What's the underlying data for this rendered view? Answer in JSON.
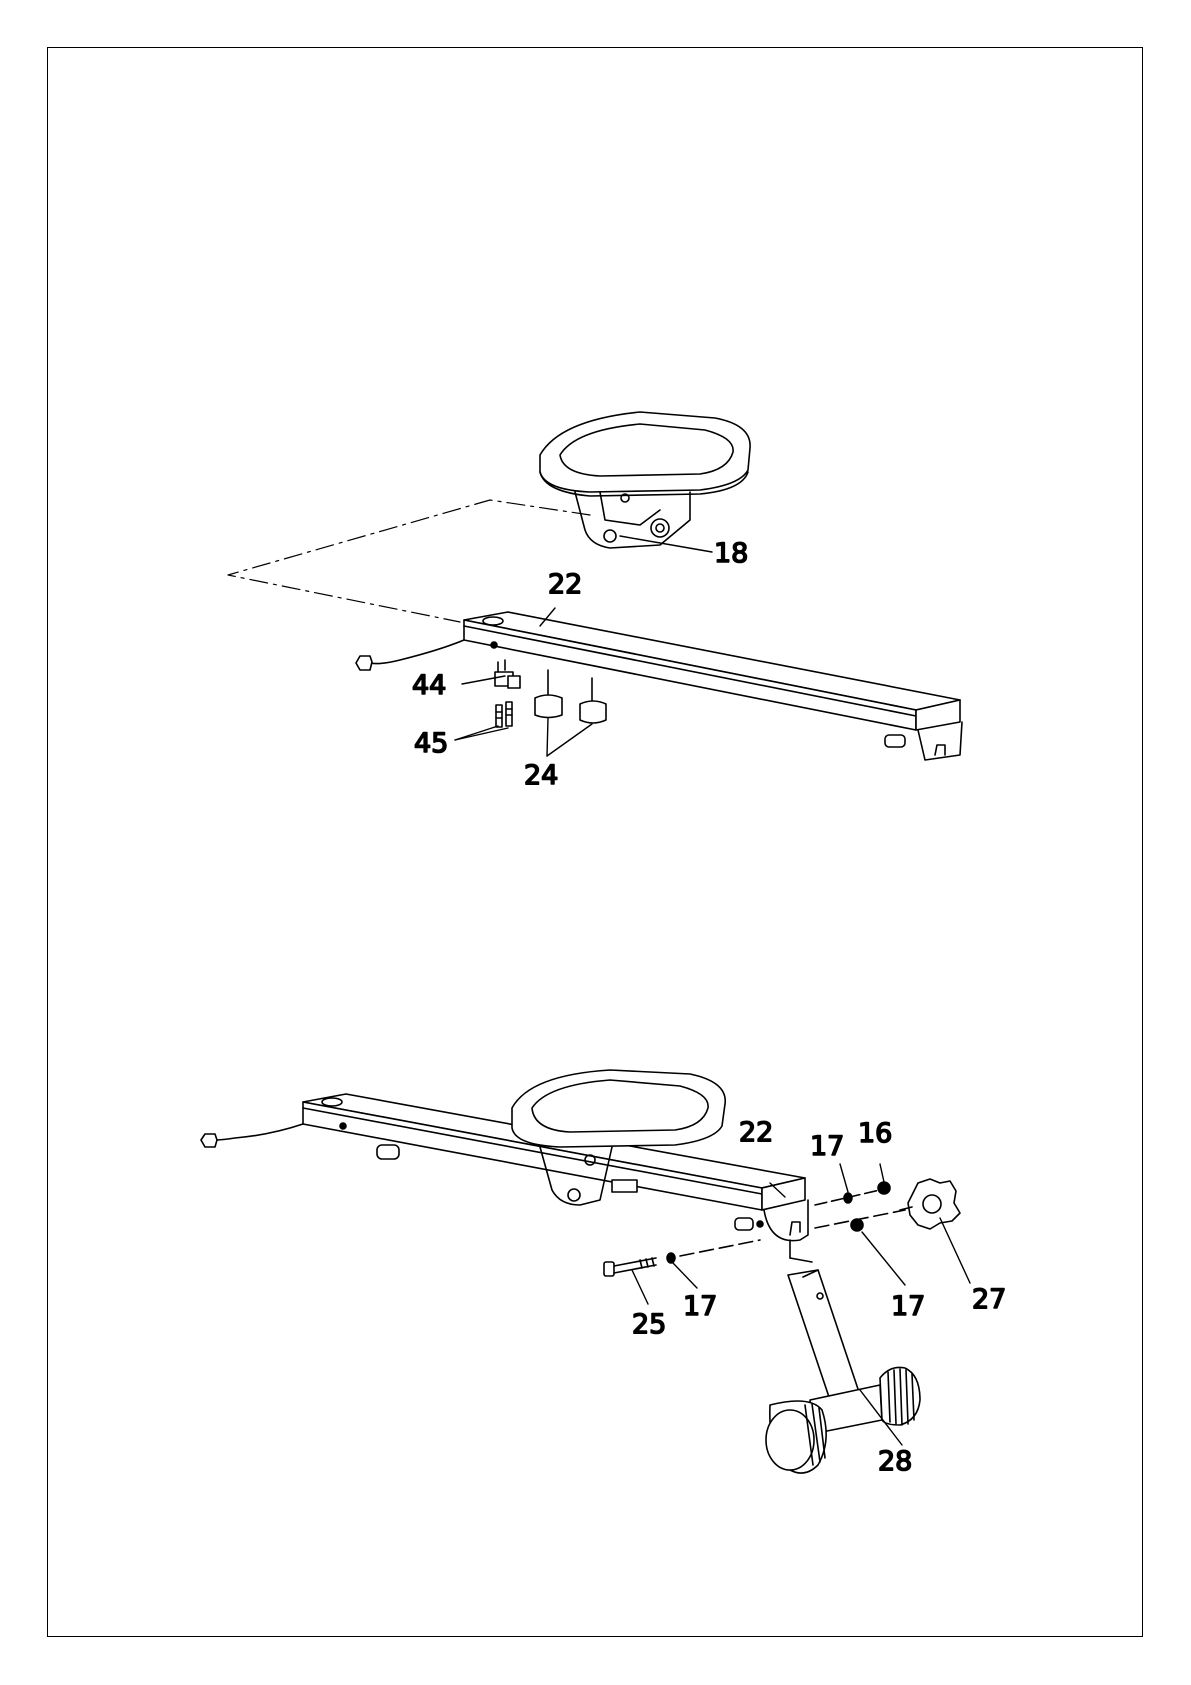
{
  "labels": {
    "part_18": "18",
    "part_22_top": "22",
    "part_44": "44",
    "part_45": "45",
    "part_24": "24",
    "part_22_bottom": "22",
    "part_17_upper": "17",
    "part_16": "16",
    "part_27": "27",
    "part_25": "25",
    "part_17_lower_left": "17",
    "part_17_lower_right": "17",
    "part_28": "28"
  }
}
